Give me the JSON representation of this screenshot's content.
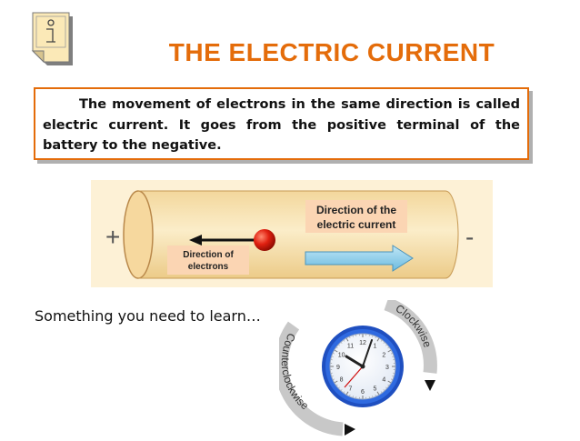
{
  "title": "THE ELECTRIC CURRENT",
  "definition": "The movement of electrons in the same direction is called electric current. It goes from the positive terminal of the battery to the negative.",
  "diagram": {
    "plus": "+",
    "minus": "-",
    "electrons_label_1": "Direction of",
    "electrons_label_2": "electrons",
    "current_label_1": "Direction of the",
    "current_label_2": "electric current"
  },
  "learn_text": "Something you need to learn…",
  "clock": {
    "clockwise": "Clockwise",
    "counterclockwise": "Counterclockwise",
    "numbers": [
      "12",
      "1",
      "2",
      "3",
      "4",
      "5",
      "6",
      "7",
      "8",
      "9",
      "10",
      "11"
    ]
  },
  "colors": {
    "accent": "#e46c0a",
    "tube": "#f7dfab",
    "arrow_blue": "#8fd0ea",
    "clock_blue": "#1f4fc0"
  }
}
